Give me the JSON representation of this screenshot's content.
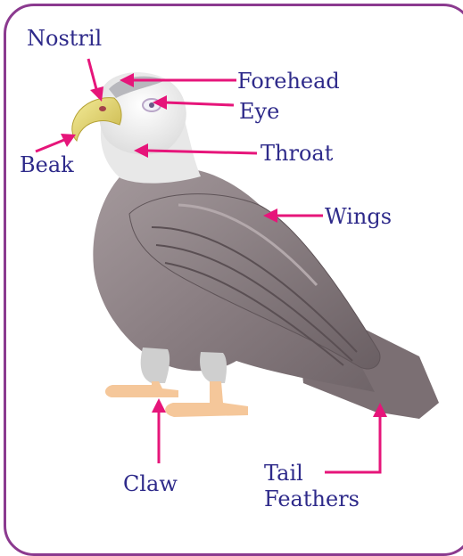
{
  "labels": {
    "nostril": "Nostril",
    "forehead": "Forehead",
    "eye": "Eye",
    "beak": "Beak",
    "throat": "Throat",
    "wings": "Wings",
    "claw": "Claw",
    "tail_line1": "Tail",
    "tail_line2": "Feathers"
  },
  "colors": {
    "border": "#8b3a8f",
    "arrow": "#e6157a",
    "label_text": "#2e2a8a"
  }
}
